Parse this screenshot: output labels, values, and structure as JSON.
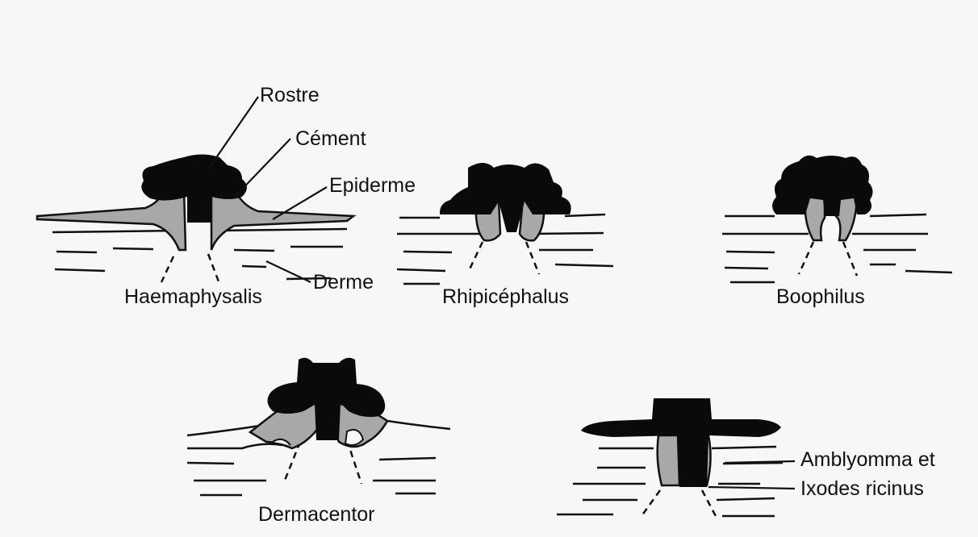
{
  "colors": {
    "background": "#f7f7f5",
    "rostre": "#0a0a0a",
    "cement": "#a8a8a8",
    "line": "#111111"
  },
  "labels": {
    "rostre": "Rostre",
    "cement": "Cément",
    "epiderme": "Epiderme",
    "derme": "Derme"
  },
  "species": {
    "haemaphysalis": "Haemaphysalis",
    "rhipicephalus": "Rhipicéphalus",
    "boophilus": "Boophilus",
    "dermacentor": "Dermacentor",
    "amblyomma_line1": "Amblyomma et",
    "amblyomma_line2": "Ixodes ricinus"
  }
}
